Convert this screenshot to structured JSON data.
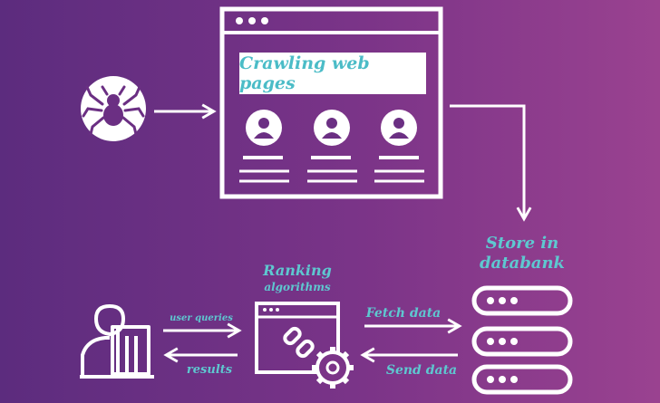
{
  "browser_title": "Crawling web pages",
  "store_label": "Store in databank",
  "store_line1": "Store in",
  "store_line2": "databank",
  "ranking_line1": "Ranking",
  "ranking_line2": "algorithms",
  "user_queries_label": "user queries",
  "results_label": "results",
  "fetch_label": "Fetch data",
  "send_label": "Send data",
  "colors": {
    "background_start": "#5c2c7e",
    "background_end": "#9a4290",
    "accent": "#5ec8d0",
    "stroke": "#ffffff"
  },
  "icons": [
    "spider-icon",
    "browser-window-icon",
    "user-profile-icon",
    "chain-link-icon",
    "gear-icon",
    "database-server-icon",
    "user-at-computer-icon",
    "arrow-icon"
  ]
}
